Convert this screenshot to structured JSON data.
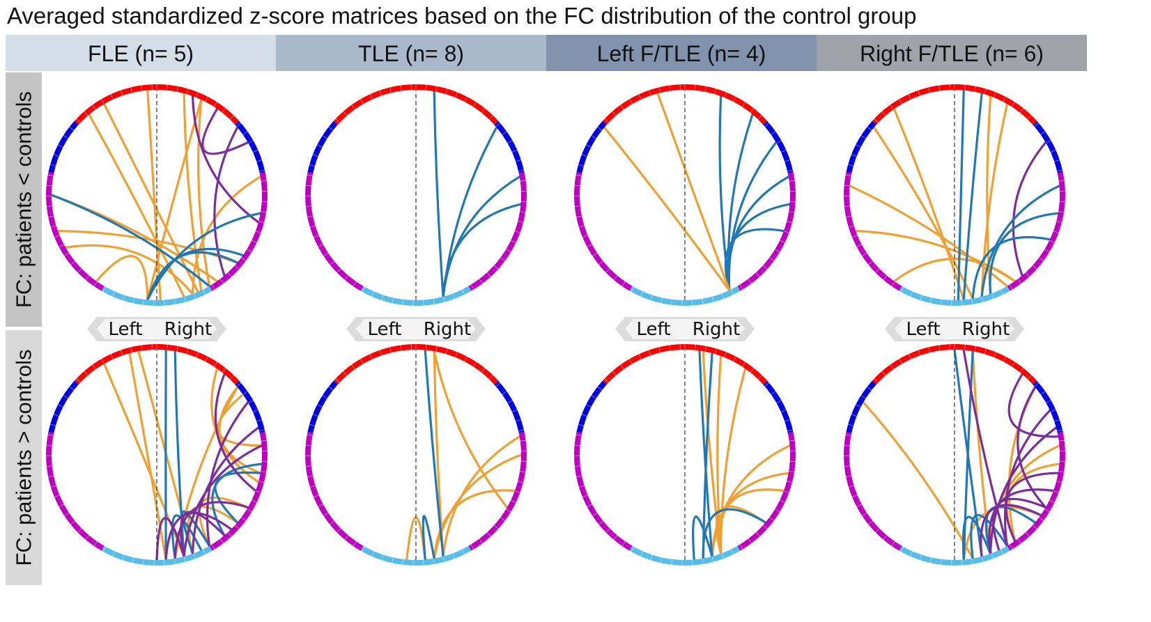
{
  "title": "Averaged standardized z-score matrices based on the FC distribution of the control group",
  "groups": [
    {
      "label": "FLE (n= 5)",
      "color": "#d5dde8"
    },
    {
      "label": "TLE (n= 8)",
      "color": "#aab8cc"
    },
    {
      "label": "Left F/TLE (n= 4)",
      "color": "#8193ad"
    },
    {
      "label": "Right F/TLE (n= 6)",
      "color": "#9fa3a9"
    }
  ],
  "rows": [
    {
      "label": "FC: patients < controls",
      "color": "#c3c3c3"
    },
    {
      "label": "FC: patients > controls",
      "color": "#d8d8d8"
    }
  ],
  "hemisphere_labels": {
    "left": "Left",
    "right": "Right"
  },
  "colors": {
    "frontal": "#ff0000",
    "central": "#0000e0",
    "temporoparietal": "#c000c0",
    "occipital": "#56bdea",
    "intra_left": "#1f77b4",
    "intra_right": "#7b2d9b",
    "inter": "#f0a030",
    "midline": "#333333"
  },
  "circles": [
    {
      "group": 0,
      "row": 0,
      "chords": [
        [
          160,
          80,
          "inter"
        ],
        [
          155,
          15,
          "inter"
        ],
        [
          185,
          25,
          "inter"
        ],
        [
          165,
          320,
          "inter"
        ],
        [
          178,
          355,
          "inter"
        ],
        [
          145,
          270,
          "inter"
        ],
        [
          130,
          250,
          "inter"
        ],
        [
          150,
          25,
          "inter"
        ],
        [
          185,
          215,
          "inter"
        ],
        [
          157,
          330,
          "inter"
        ],
        [
          160,
          240,
          "inter"
        ],
        [
          35,
          60,
          "intra_right"
        ],
        [
          20,
          105,
          "intra_right"
        ],
        [
          50,
          140,
          "intra_right"
        ],
        [
          100,
          185,
          "intra_left"
        ],
        [
          125,
          185,
          "intra_left"
        ],
        [
          150,
          270,
          "intra_left"
        ],
        [
          130,
          185,
          "intra_left"
        ]
      ]
    },
    {
      "group": 1,
      "row": 0,
      "chords": [
        [
          165,
          10,
          "intra_left"
        ],
        [
          165,
          50,
          "intra_left"
        ],
        [
          165,
          80,
          "intra_left"
        ],
        [
          165,
          95,
          "intra_left"
        ]
      ]
    },
    {
      "group": 2,
      "row": 0,
      "chords": [
        [
          155,
          20,
          "intra_left"
        ],
        [
          155,
          40,
          "intra_left"
        ],
        [
          155,
          60,
          "intra_left"
        ],
        [
          155,
          80,
          "intra_left"
        ],
        [
          155,
          95,
          "intra_left"
        ],
        [
          155,
          110,
          "intra_left"
        ],
        [
          155,
          310,
          "inter"
        ],
        [
          155,
          345,
          "inter"
        ]
      ]
    },
    {
      "group": 3,
      "row": 0,
      "chords": [
        [
          160,
          20,
          "inter"
        ],
        [
          165,
          30,
          "inter"
        ],
        [
          150,
          275,
          "inter"
        ],
        [
          145,
          215,
          "inter"
        ],
        [
          145,
          250,
          "inter"
        ],
        [
          170,
          310,
          "inter"
        ],
        [
          175,
          325,
          "inter"
        ],
        [
          140,
          60,
          "intra_right"
        ],
        [
          85,
          165,
          "intra_left"
        ],
        [
          100,
          160,
          "intra_left"
        ],
        [
          115,
          170,
          "intra_left"
        ],
        [
          175,
          15,
          "intra_left"
        ],
        [
          178,
          5,
          "intra_left"
        ]
      ]
    },
    {
      "group": 0,
      "row": 1,
      "chords": [
        [
          85,
          55,
          "inter"
        ],
        [
          100,
          50,
          "inter"
        ],
        [
          105,
          35,
          "inter"
        ],
        [
          165,
          330,
          "inter"
        ],
        [
          170,
          50,
          "inter"
        ],
        [
          160,
          350,
          "inter"
        ],
        [
          150,
          120,
          "inter"
        ],
        [
          160,
          130,
          "inter"
        ],
        [
          175,
          345,
          "inter"
        ],
        [
          5,
          175,
          "intra_left"
        ],
        [
          10,
          165,
          "intra_left"
        ],
        [
          95,
          140,
          "intra_left"
        ],
        [
          100,
          130,
          "intra_left"
        ],
        [
          160,
          150,
          "intra_left"
        ],
        [
          170,
          155,
          "intra_left"
        ],
        [
          40,
          110,
          "intra_right"
        ],
        [
          60,
          150,
          "intra_right"
        ],
        [
          75,
          160,
          "intra_right"
        ],
        [
          85,
          165,
          "intra_right"
        ],
        [
          120,
          170,
          "intra_right"
        ],
        [
          135,
          175,
          "intra_right"
        ],
        [
          140,
          165,
          "intra_right"
        ],
        [
          165,
          180,
          "intra_right"
        ]
      ]
    },
    {
      "group": 1,
      "row": 1,
      "chords": [
        [
          120,
          10,
          "inter"
        ],
        [
          165,
          10,
          "inter"
        ],
        [
          165,
          80,
          "inter"
        ],
        [
          170,
          90,
          "inter"
        ],
        [
          170,
          110,
          "inter"
        ],
        [
          175,
          185,
          "inter"
        ],
        [
          5,
          165,
          "intra_left"
        ],
        [
          170,
          175,
          "intra_left"
        ]
      ]
    },
    {
      "group": 2,
      "row": 1,
      "chords": [
        [
          160,
          10,
          "inter"
        ],
        [
          160,
          20,
          "inter"
        ],
        [
          160,
          35,
          "inter"
        ],
        [
          165,
          85,
          "inter"
        ],
        [
          165,
          100,
          "inter"
        ],
        [
          160,
          110,
          "inter"
        ],
        [
          160,
          130,
          "inter"
        ],
        [
          15,
          170,
          "intra_left"
        ],
        [
          8,
          165,
          "intra_left"
        ],
        [
          130,
          170,
          "intra_left"
        ],
        [
          165,
          175,
          "intra_left"
        ]
      ]
    },
    {
      "group": 3,
      "row": 1,
      "chords": [
        [
          160,
          10,
          "inter"
        ],
        [
          145,
          50,
          "inter"
        ],
        [
          160,
          85,
          "inter"
        ],
        [
          145,
          95,
          "inter"
        ],
        [
          170,
          300,
          "inter"
        ],
        [
          175,
          125,
          "inter"
        ],
        [
          10,
          175,
          "intra_left"
        ],
        [
          0,
          165,
          "intra_left"
        ],
        [
          130,
          160,
          "intra_left"
        ],
        [
          150,
          170,
          "intra_left"
        ],
        [
          160,
          175,
          "intra_left"
        ],
        [
          5,
          150,
          "intra_right"
        ],
        [
          40,
          80,
          "intra_right"
        ],
        [
          50,
          120,
          "intra_right"
        ],
        [
          65,
          150,
          "intra_right"
        ],
        [
          75,
          160,
          "intra_right"
        ],
        [
          100,
          145,
          "intra_right"
        ],
        [
          110,
          160,
          "intra_right"
        ],
        [
          120,
          155,
          "intra_right"
        ],
        [
          125,
          165,
          "intra_right"
        ]
      ]
    }
  ]
}
